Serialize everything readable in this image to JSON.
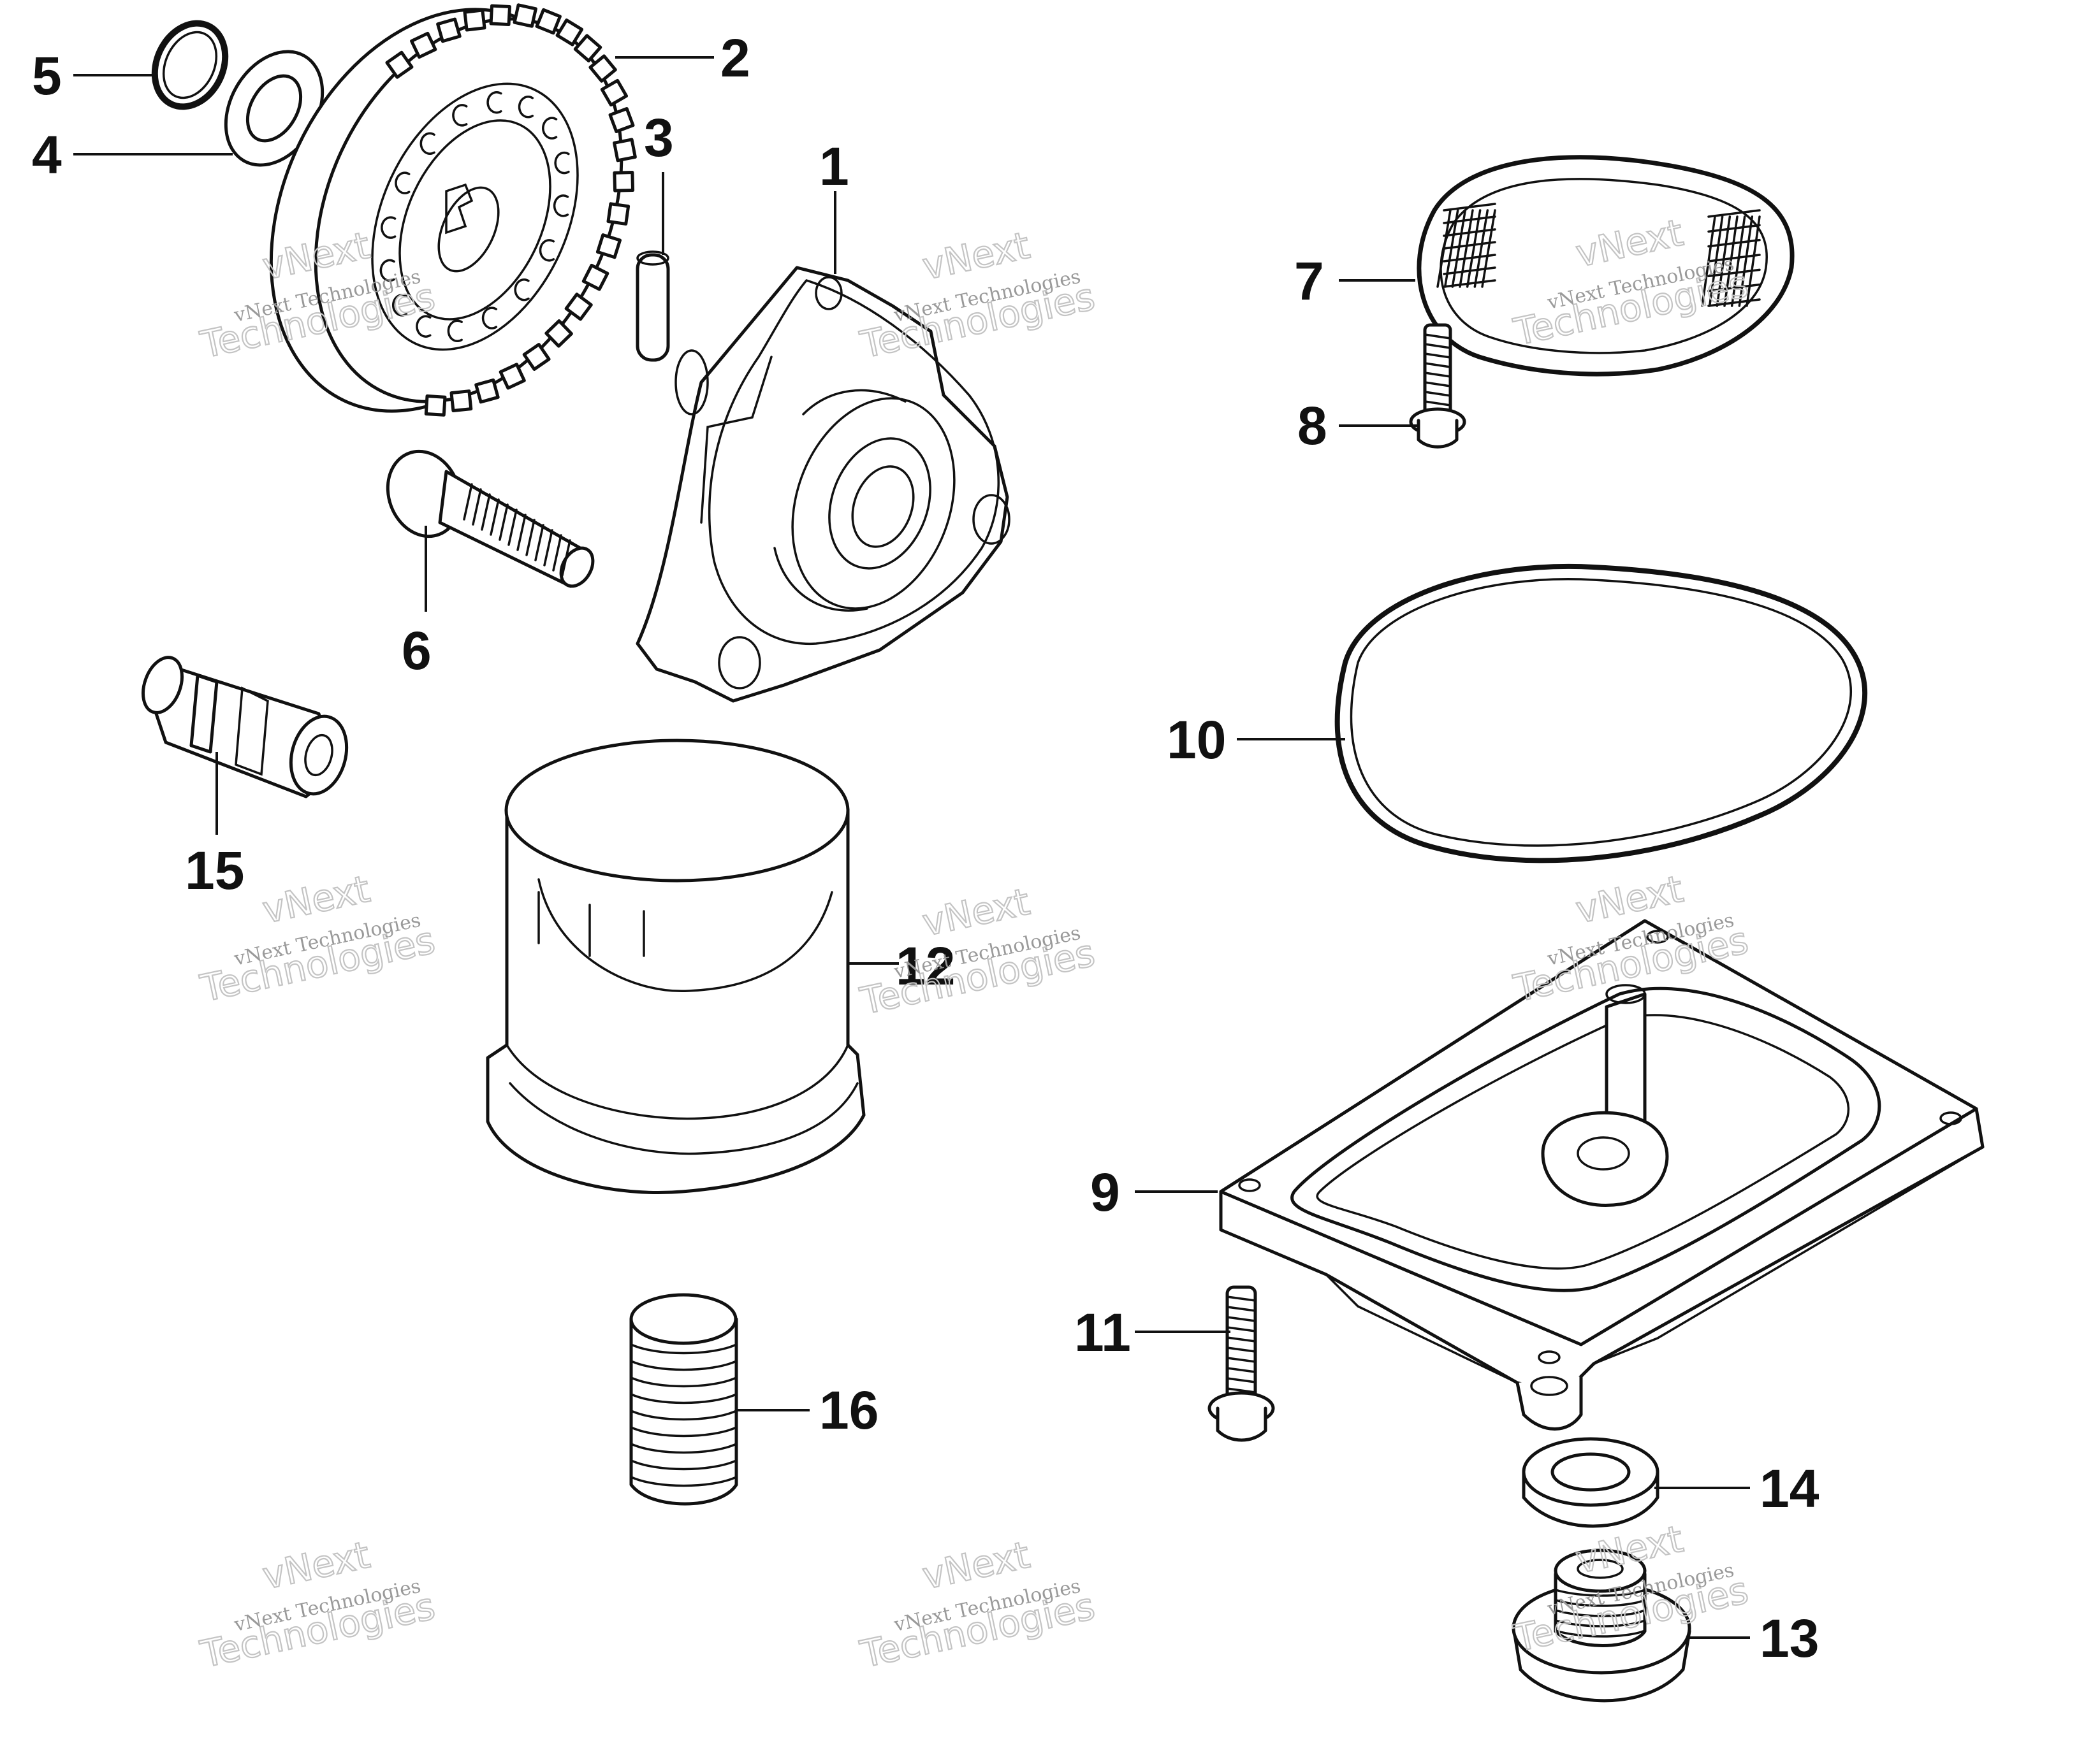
{
  "watermark": {
    "line1": "vNext Technologies",
    "line2": "vNext",
    "line3": "Technologies"
  },
  "callouts": [
    {
      "id": "p1",
      "label": "1"
    },
    {
      "id": "p2",
      "label": "2"
    },
    {
      "id": "p3",
      "label": "3"
    },
    {
      "id": "p4",
      "label": "4"
    },
    {
      "id": "p5",
      "label": "5"
    },
    {
      "id": "p6",
      "label": "6"
    },
    {
      "id": "p7",
      "label": "7"
    },
    {
      "id": "p8",
      "label": "8"
    },
    {
      "id": "p9",
      "label": "9"
    },
    {
      "id": "p10",
      "label": "10"
    },
    {
      "id": "p11",
      "label": "11"
    },
    {
      "id": "p12",
      "label": "12"
    },
    {
      "id": "p13",
      "label": "13"
    },
    {
      "id": "p14",
      "label": "14"
    },
    {
      "id": "p15",
      "label": "15"
    },
    {
      "id": "p16",
      "label": "16"
    }
  ]
}
